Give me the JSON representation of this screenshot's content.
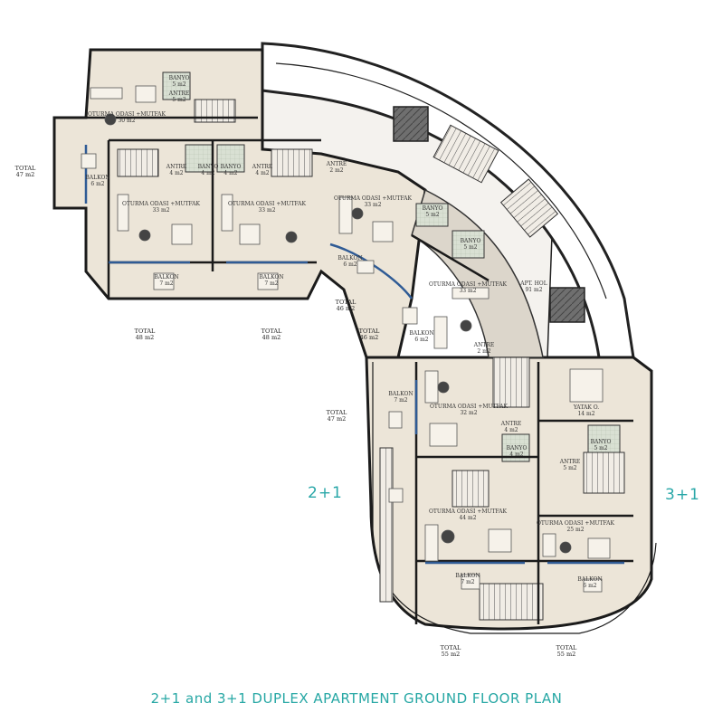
{
  "title": "2+1 and 3+1 DUPLEX APARTMENT GROUND FLOOR PLAN",
  "unit_types": {
    "left": "2+1",
    "right": "3+1"
  },
  "colors": {
    "wall": "#1e1e1e",
    "floor": "#ede6da",
    "accent": "#29a7a8",
    "glass": "#2f5b95",
    "tile": "#cfd8c9"
  },
  "rooms": [
    {
      "name": "OTURMA ODASI +MUTFAK",
      "area": "30 m2"
    },
    {
      "name": "BANYO",
      "area": "5 m2"
    },
    {
      "name": "ANTRE",
      "area": "5 m2"
    },
    {
      "name": "BALKON",
      "area": "6 m2"
    },
    {
      "name": "ANTRE",
      "area": "4 m2"
    },
    {
      "name": "BANYO",
      "area": "4 m2"
    },
    {
      "name": "ANTRE",
      "area": "4 m2"
    },
    {
      "name": "BANYO",
      "area": "4 m2"
    },
    {
      "name": "OTURMA ODASI +MUTFAK",
      "area": "33 m2"
    },
    {
      "name": "OTURMA ODASI +MUTFAK",
      "area": "33 m2"
    },
    {
      "name": "BALKON",
      "area": "7 m2"
    },
    {
      "name": "BALKON",
      "area": "7 m2"
    },
    {
      "name": "ANTRE",
      "area": "2 m2"
    },
    {
      "name": "OTURMA ODASI +MUTFAK",
      "area": "33 m2"
    },
    {
      "name": "BANYO",
      "area": "5 m2"
    },
    {
      "name": "BALKON",
      "area": "6 m2"
    },
    {
      "name": "BANYO",
      "area": "5 m2"
    },
    {
      "name": "OTURMA ODASI +MUTFAK",
      "area": "33 m2"
    },
    {
      "name": "APT. HOL",
      "area": "91 m2"
    },
    {
      "name": "BALKON",
      "area": "6 m2"
    },
    {
      "name": "ANTRE",
      "area": "2 m2"
    },
    {
      "name": "BALKON",
      "area": "7 m2"
    },
    {
      "name": "OTURMA ODASI +MUTFAK",
      "area": "32 m2"
    },
    {
      "name": "ANTRE",
      "area": "4 m2"
    },
    {
      "name": "BANYO",
      "area": "4 m2"
    },
    {
      "name": "YATAK O.",
      "area": "14 m2"
    },
    {
      "name": "BANYO",
      "area": "5 m2"
    },
    {
      "name": "ANTRE",
      "area": "5 m2"
    },
    {
      "name": "OTURMA ODASI +MUTFAK",
      "area": "44 m2"
    },
    {
      "name": "OTURMA ODASI +MUTFAK",
      "area": "25 m2"
    },
    {
      "name": "BALKON",
      "area": "7 m2"
    },
    {
      "name": "BALKON",
      "area": "6 m2"
    }
  ],
  "totals": [
    {
      "label": "TOTAL",
      "area": "47 m2"
    },
    {
      "label": "TOTAL",
      "area": "48 m2"
    },
    {
      "label": "TOTAL",
      "area": "48 m2"
    },
    {
      "label": "TOTAL",
      "area": "46 m2"
    },
    {
      "label": "TOTAL",
      "area": "46 m2"
    },
    {
      "label": "TOTAL",
      "area": "47 m2"
    },
    {
      "label": "TOTAL",
      "area": "55 m2"
    },
    {
      "label": "TOTAL",
      "area": "55 m2"
    }
  ]
}
